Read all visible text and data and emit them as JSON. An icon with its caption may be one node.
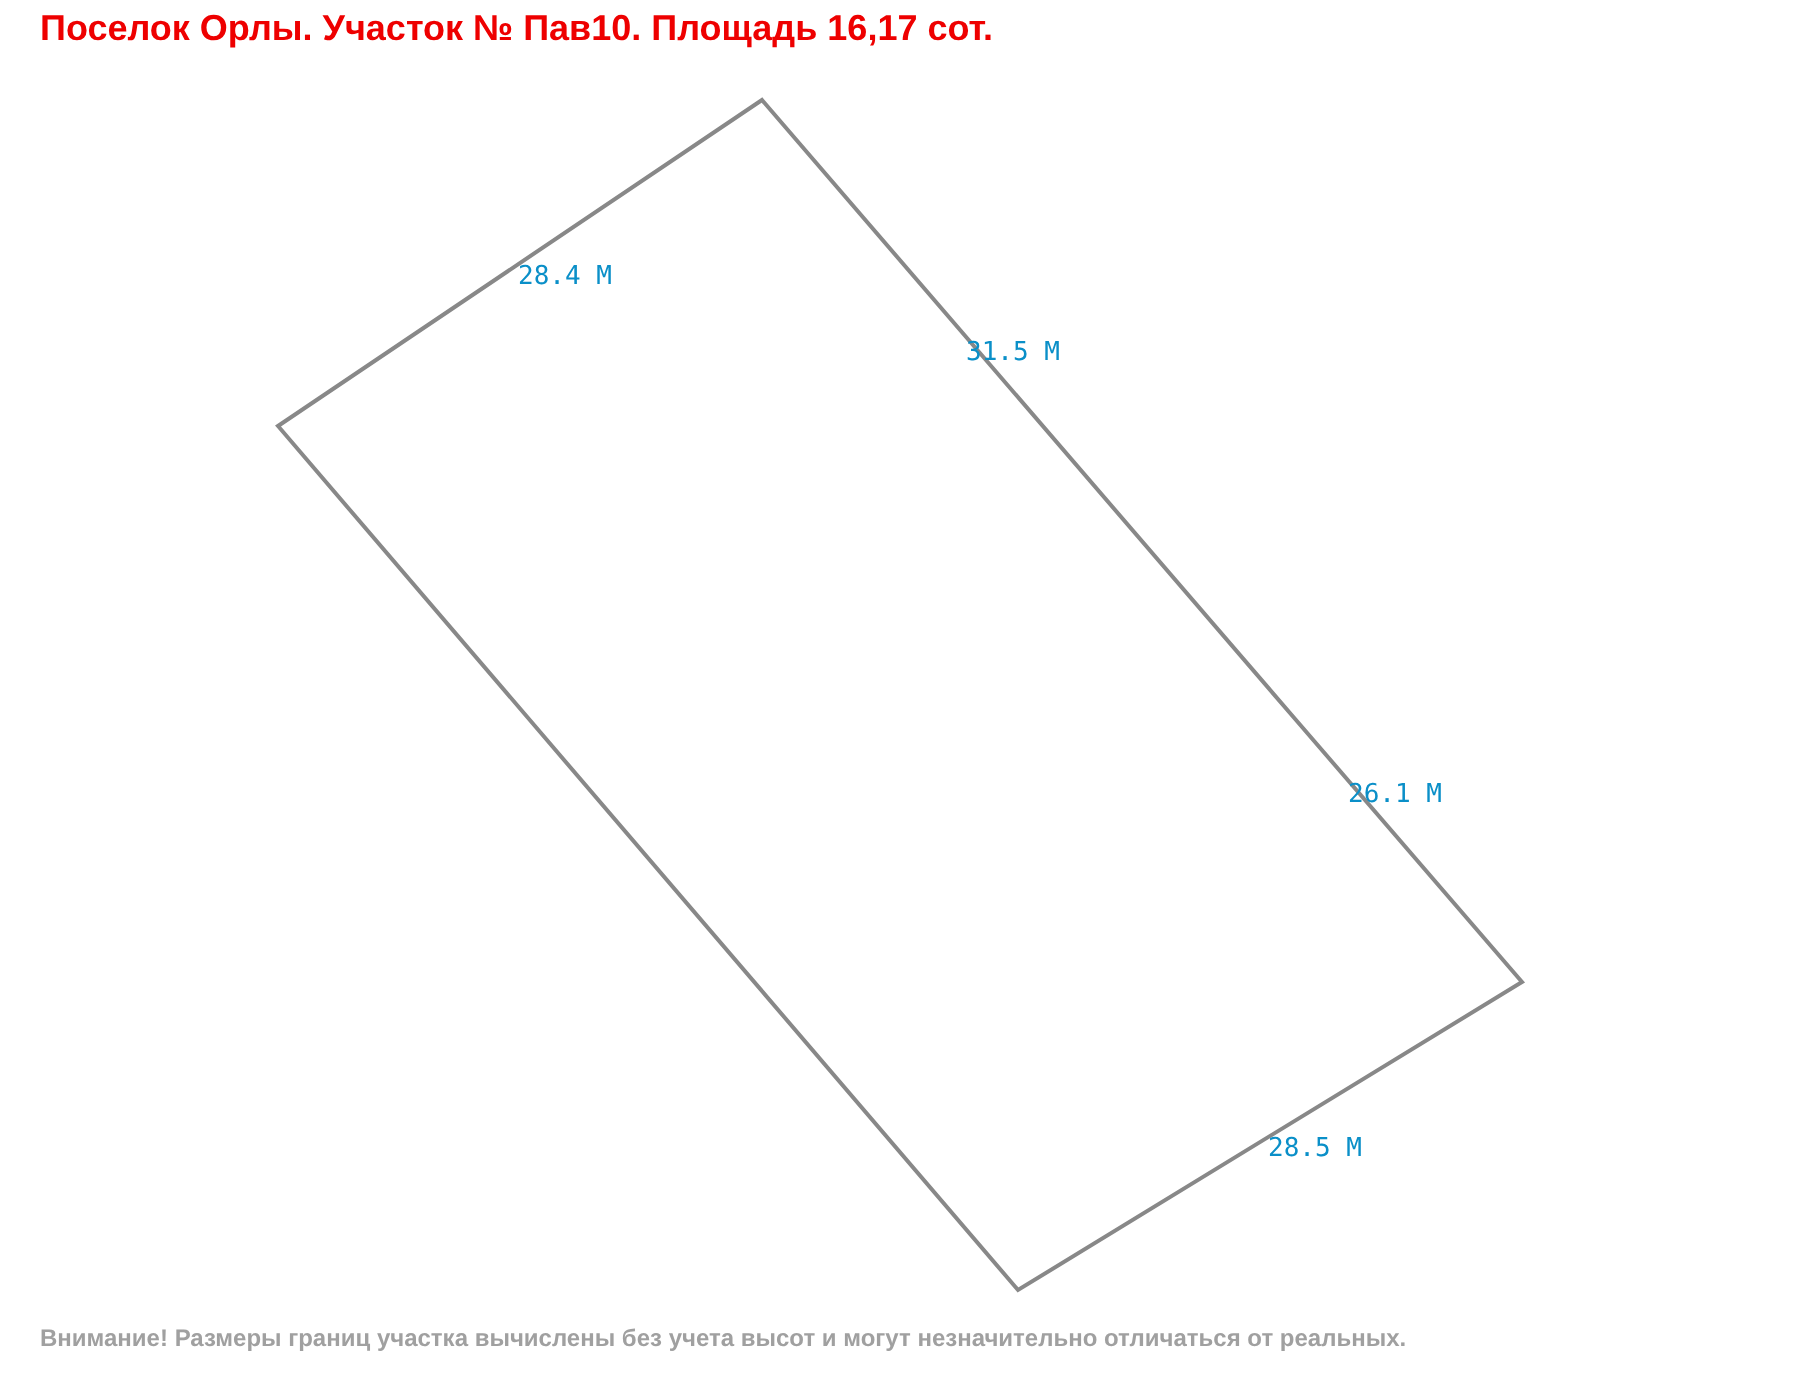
{
  "diagram": {
    "title": "Поселок Орлы. Участок № Пав10. Площадь 16,17 сот.",
    "caption": "Внимание! Размеры границ участка вычислены без учета высот и могут незначительно отличаться от реальных.",
    "labels": [
      "28.4 М",
      "31.5 М",
      "26.1 М",
      "28.5 М"
    ]
  }
}
